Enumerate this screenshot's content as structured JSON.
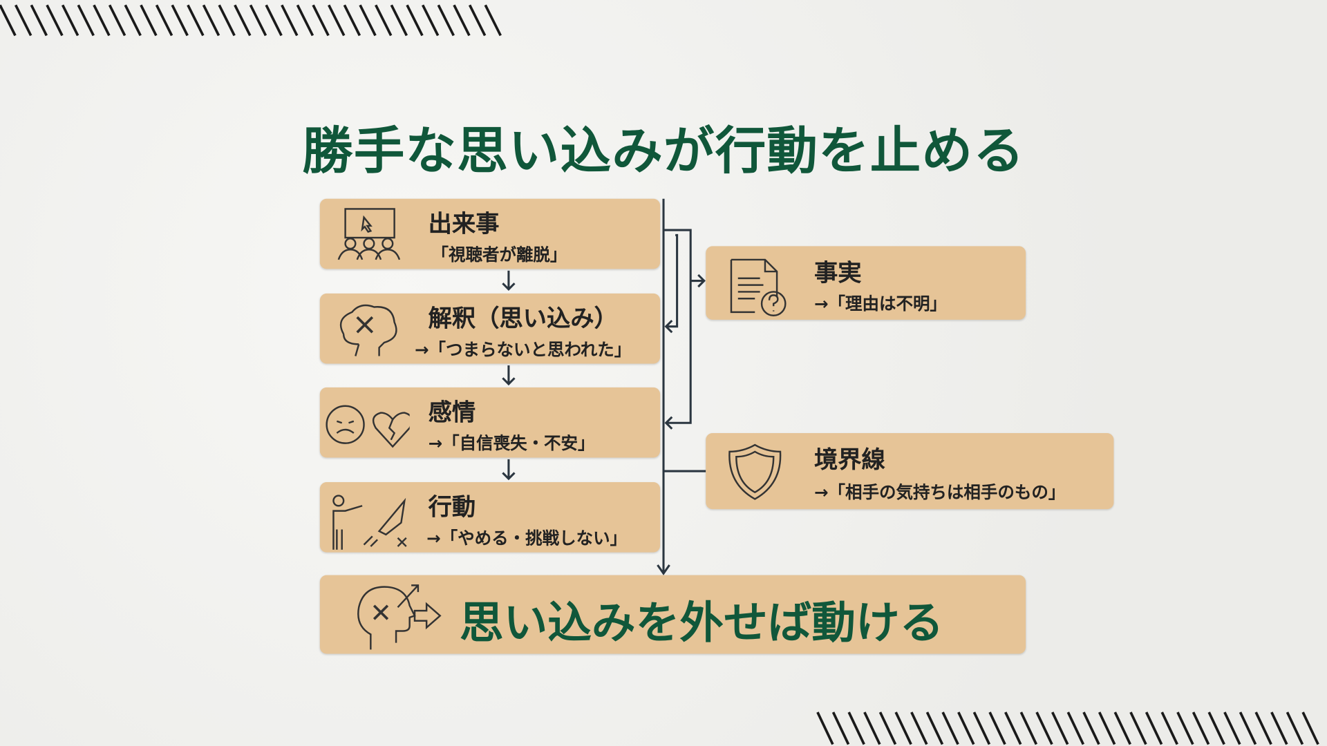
{
  "title": "勝手な思い込みが行動を止める",
  "steps": [
    {
      "heading": "出来事",
      "detail": "「視聴者が離脱」",
      "icon": "audience-screen-icon"
    },
    {
      "heading": "解釈（思い込み）",
      "detail": "→「つまらないと思われた」",
      "icon": "brain-x-icon"
    },
    {
      "heading": "感情",
      "detail": "→「自信喪失・不安」",
      "icon": "sad-face-broken-heart-icon"
    },
    {
      "heading": "行動",
      "detail": "→「やめる・挑戦しない」",
      "icon": "person-rocket-x-icon"
    }
  ],
  "side": [
    {
      "heading": "事実",
      "detail": "→「理由は不明」",
      "icon": "document-question-icon"
    },
    {
      "heading": "境界線",
      "detail": "→「相手の気持ちは相手のもの」",
      "icon": "shield-icon"
    }
  ],
  "conclusion": "思い込みを外せば動ける",
  "colors": {
    "accent": "#10573a",
    "box": "#e6c497",
    "line": "#2b3640"
  }
}
